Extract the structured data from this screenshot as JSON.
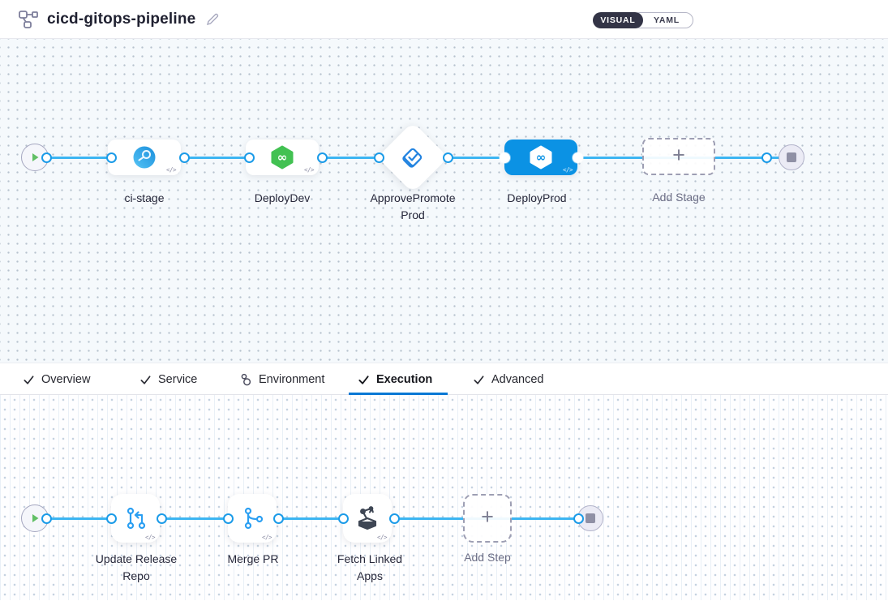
{
  "header": {
    "title": "cicd-gitops-pipeline",
    "toggle": {
      "visual_label": "VISUAL",
      "yaml_label": "YAML",
      "selected": "VISUAL"
    }
  },
  "stage_canvas": {
    "stages": [
      {
        "label": "ci-stage",
        "type": "ci-build-stage"
      },
      {
        "label": "DeployDev",
        "type": "cd-deploy-stage"
      },
      {
        "label": "ApprovePromoteProd",
        "type": "approval-stage"
      },
      {
        "label": "DeployProd",
        "type": "cd-deploy-stage",
        "selected": true
      }
    ],
    "add_stage_label": "Add Stage"
  },
  "tab_bar": {
    "tabs": [
      {
        "label": "Overview",
        "icon": "check"
      },
      {
        "label": "Service",
        "icon": "check"
      },
      {
        "label": "Environment",
        "icon": "environment"
      },
      {
        "label": "Execution",
        "icon": "check",
        "active": true
      },
      {
        "label": "Advanced",
        "icon": "check"
      }
    ]
  },
  "step_canvas": {
    "steps": [
      {
        "label": "Update Release Repo",
        "type": "git-update-release-repo"
      },
      {
        "label": "Merge PR",
        "type": "git-merge-pr"
      },
      {
        "label": "Fetch Linked Apps",
        "type": "gitops-fetch-linked-apps"
      }
    ],
    "add_step_label": "Add Step"
  },
  "colors": {
    "selected_stage_blue": "#0b92e4",
    "connector_blue": "#3cb5f2",
    "port_blue": "#1b9be8",
    "cd_green": "#42c152",
    "tab_underline_blue": "#0278d5",
    "play_green": "#61bf65"
  }
}
